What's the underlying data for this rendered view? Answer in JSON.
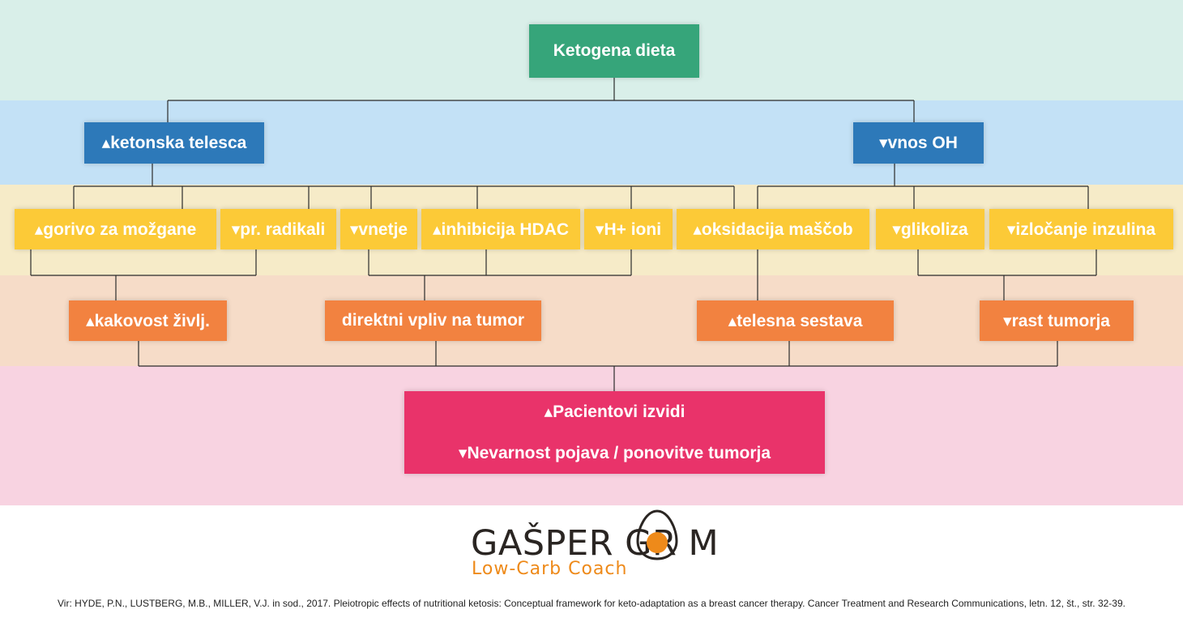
{
  "nodes": {
    "root": "Ketogena dieta",
    "ketonska_telesca": "▴ketonska telesca",
    "vnos_oh": "▾vnos OH",
    "gorivo": "▴gorivo za možgane",
    "radikali": "▾pr. radikali",
    "vnetje": "▾vnetje",
    "hdac": "▴inhibicija HDAC",
    "h_ioni": "▾H+ ioni",
    "oksidacija": "▴oksidacija maščob",
    "glikoliza": "▾glikoliza",
    "inzulin": "▾izločanje inzulina",
    "kakovost": "▴kakovost življ.",
    "direktni": "direktni vpliv na tumor",
    "telesna": "▴telesna sestava",
    "rast": "▾rast tumorja",
    "final_line1": "▴Pacientovi izvidi",
    "final_line2": "▾Nevarnost pojava / ponovitve tumorja"
  },
  "logo": {
    "name": "GAŠPER GR M",
    "subtitle": "Low-Carb Coach",
    "icon": "egg-icon"
  },
  "source": "Vir: HYDE, P.N., LUSTBERG, M.B., MILLER, V.J. in sod., 2017. Pleiotropic effects of nutritional ketosis: Conceptual framework for keto-adaptation as a breast cancer therapy. Cancer Treatment and Research Communications, letn. 12, št., str. 32-39.",
  "colors": {
    "green": "#36a57a",
    "blue": "#2d79b9",
    "yellow": "#fcca37",
    "orange": "#f28240",
    "red": "#e9336a",
    "logo_orange": "#ee8a1a"
  }
}
